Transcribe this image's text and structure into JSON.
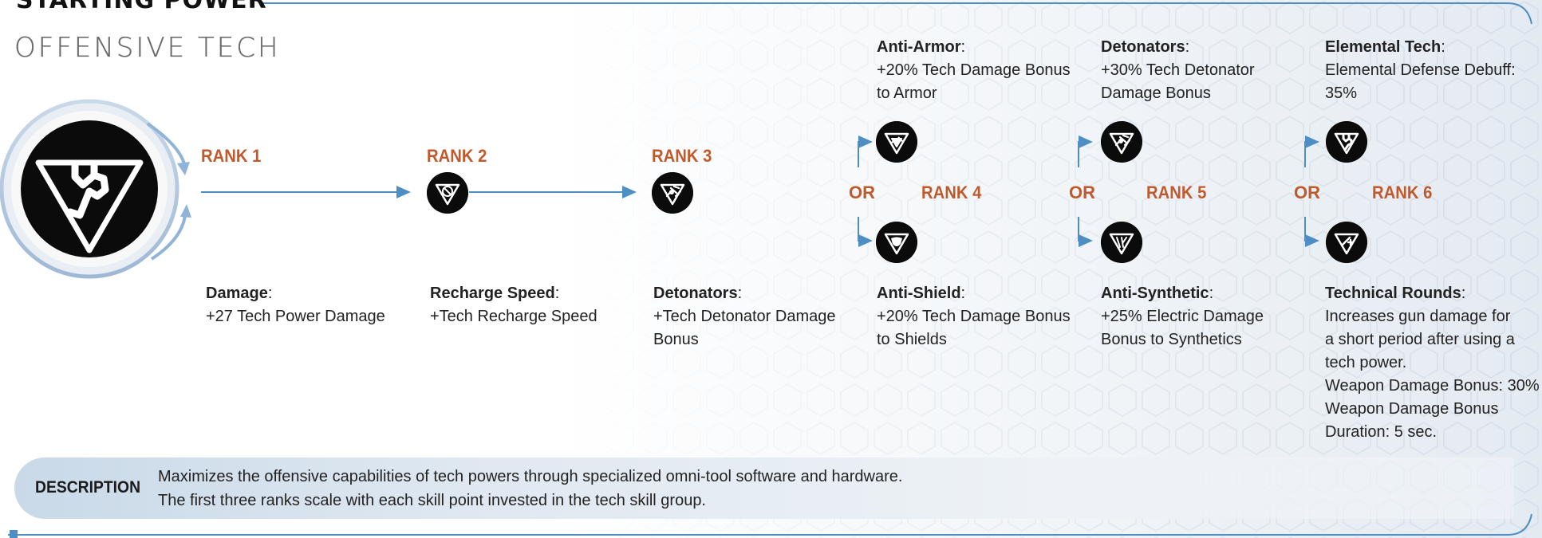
{
  "header": {
    "section_title": "STARTING POWER",
    "power_name": "OFFENSIVE TECH",
    "power_icon": "wrench-triangle-icon"
  },
  "ranks": [
    {
      "label": "RANK 1",
      "icon": null,
      "skill": {
        "name": "Damage",
        "description": "+27 Tech Power Damage"
      }
    },
    {
      "label": "RANK 2",
      "icon": "recharge-icon",
      "skill": {
        "name": "Recharge Speed",
        "description": "+Tech Recharge Speed"
      }
    },
    {
      "label": "RANK 3",
      "icon": "detonator-icon",
      "skill": {
        "name": "Detonators",
        "description": "+Tech Detonator Damage\nBonus"
      }
    },
    {
      "label": "RANK 4",
      "top": {
        "icon": "anti-armor-icon",
        "name": "Anti-Armor",
        "description": "+20% Tech Damage Bonus\nto Armor"
      },
      "bottom": {
        "icon": "anti-shield-icon",
        "name": "Anti-Shield",
        "description": "+20% Tech Damage Bonus\nto Shields"
      }
    },
    {
      "label": "RANK 5",
      "top": {
        "icon": "detonator-icon",
        "name": "Detonators",
        "description": "+30% Tech Detonator\nDamage Bonus"
      },
      "bottom": {
        "icon": "anti-synthetic-icon",
        "name": "Anti-Synthetic",
        "description": "+25% Electric Damage\nBonus to Synthetics"
      }
    },
    {
      "label": "RANK 6",
      "top": {
        "icon": "elemental-tech-icon",
        "name": "Elemental Tech",
        "description": "Elemental Defense Debuff:\n35%"
      },
      "bottom": {
        "icon": "technical-rounds-icon",
        "name": "Technical Rounds",
        "description": "Increases gun damage for\na short period after using a\ntech power.\nWeapon Damage Bonus: 30%\nWeapon Damage Bonus\nDuration: 5 sec."
      }
    }
  ],
  "or_label": "OR",
  "name_suffix": ":",
  "description": {
    "label": "DESCRIPTION",
    "line1": "Maximizes the offensive capabilities of tech powers through specialized omni-tool software and hardware.",
    "line2": "The first three ranks scale with each skill point invested in the tech skill group."
  },
  "colors": {
    "accent_orange": "#c05a2c",
    "line_blue": "#4d8fc4",
    "icon_bg": "#0b0b0b"
  }
}
